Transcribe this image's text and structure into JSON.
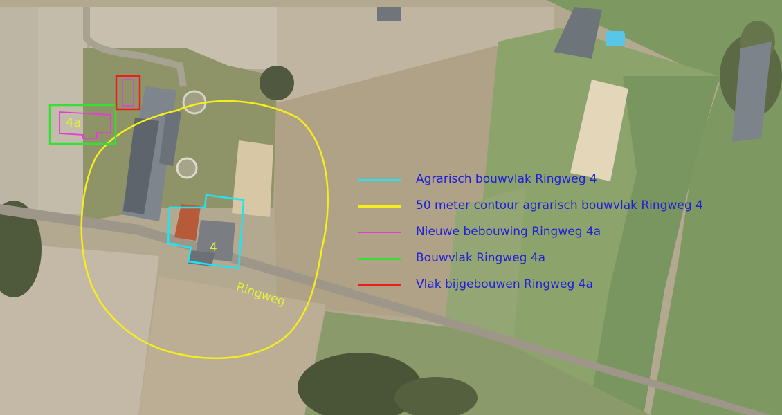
{
  "labels": {
    "plot_4a": "4a",
    "plot_4": "4",
    "road": "Ringweg"
  },
  "legend": {
    "items": [
      {
        "label": "Agrarisch bouwvlak Ringweg 4",
        "color": "#22e3f0"
      },
      {
        "label": "50 meter contour agrarisch bouwvlak Ringweg 4",
        "color": "#f5ee1c"
      },
      {
        "label": "Nieuwe bebouwing Ringweg 4a",
        "color": "#e23cd8"
      },
      {
        "label": "Bouwvlak Ringweg 4a",
        "color": "#33e033"
      },
      {
        "label": "Vlak bijgebouwen Ringweg 4a",
        "color": "#ee1c1c"
      }
    ]
  },
  "colors": {
    "legend_text": "#1f1fd6",
    "label_text": "#e4f03c"
  }
}
